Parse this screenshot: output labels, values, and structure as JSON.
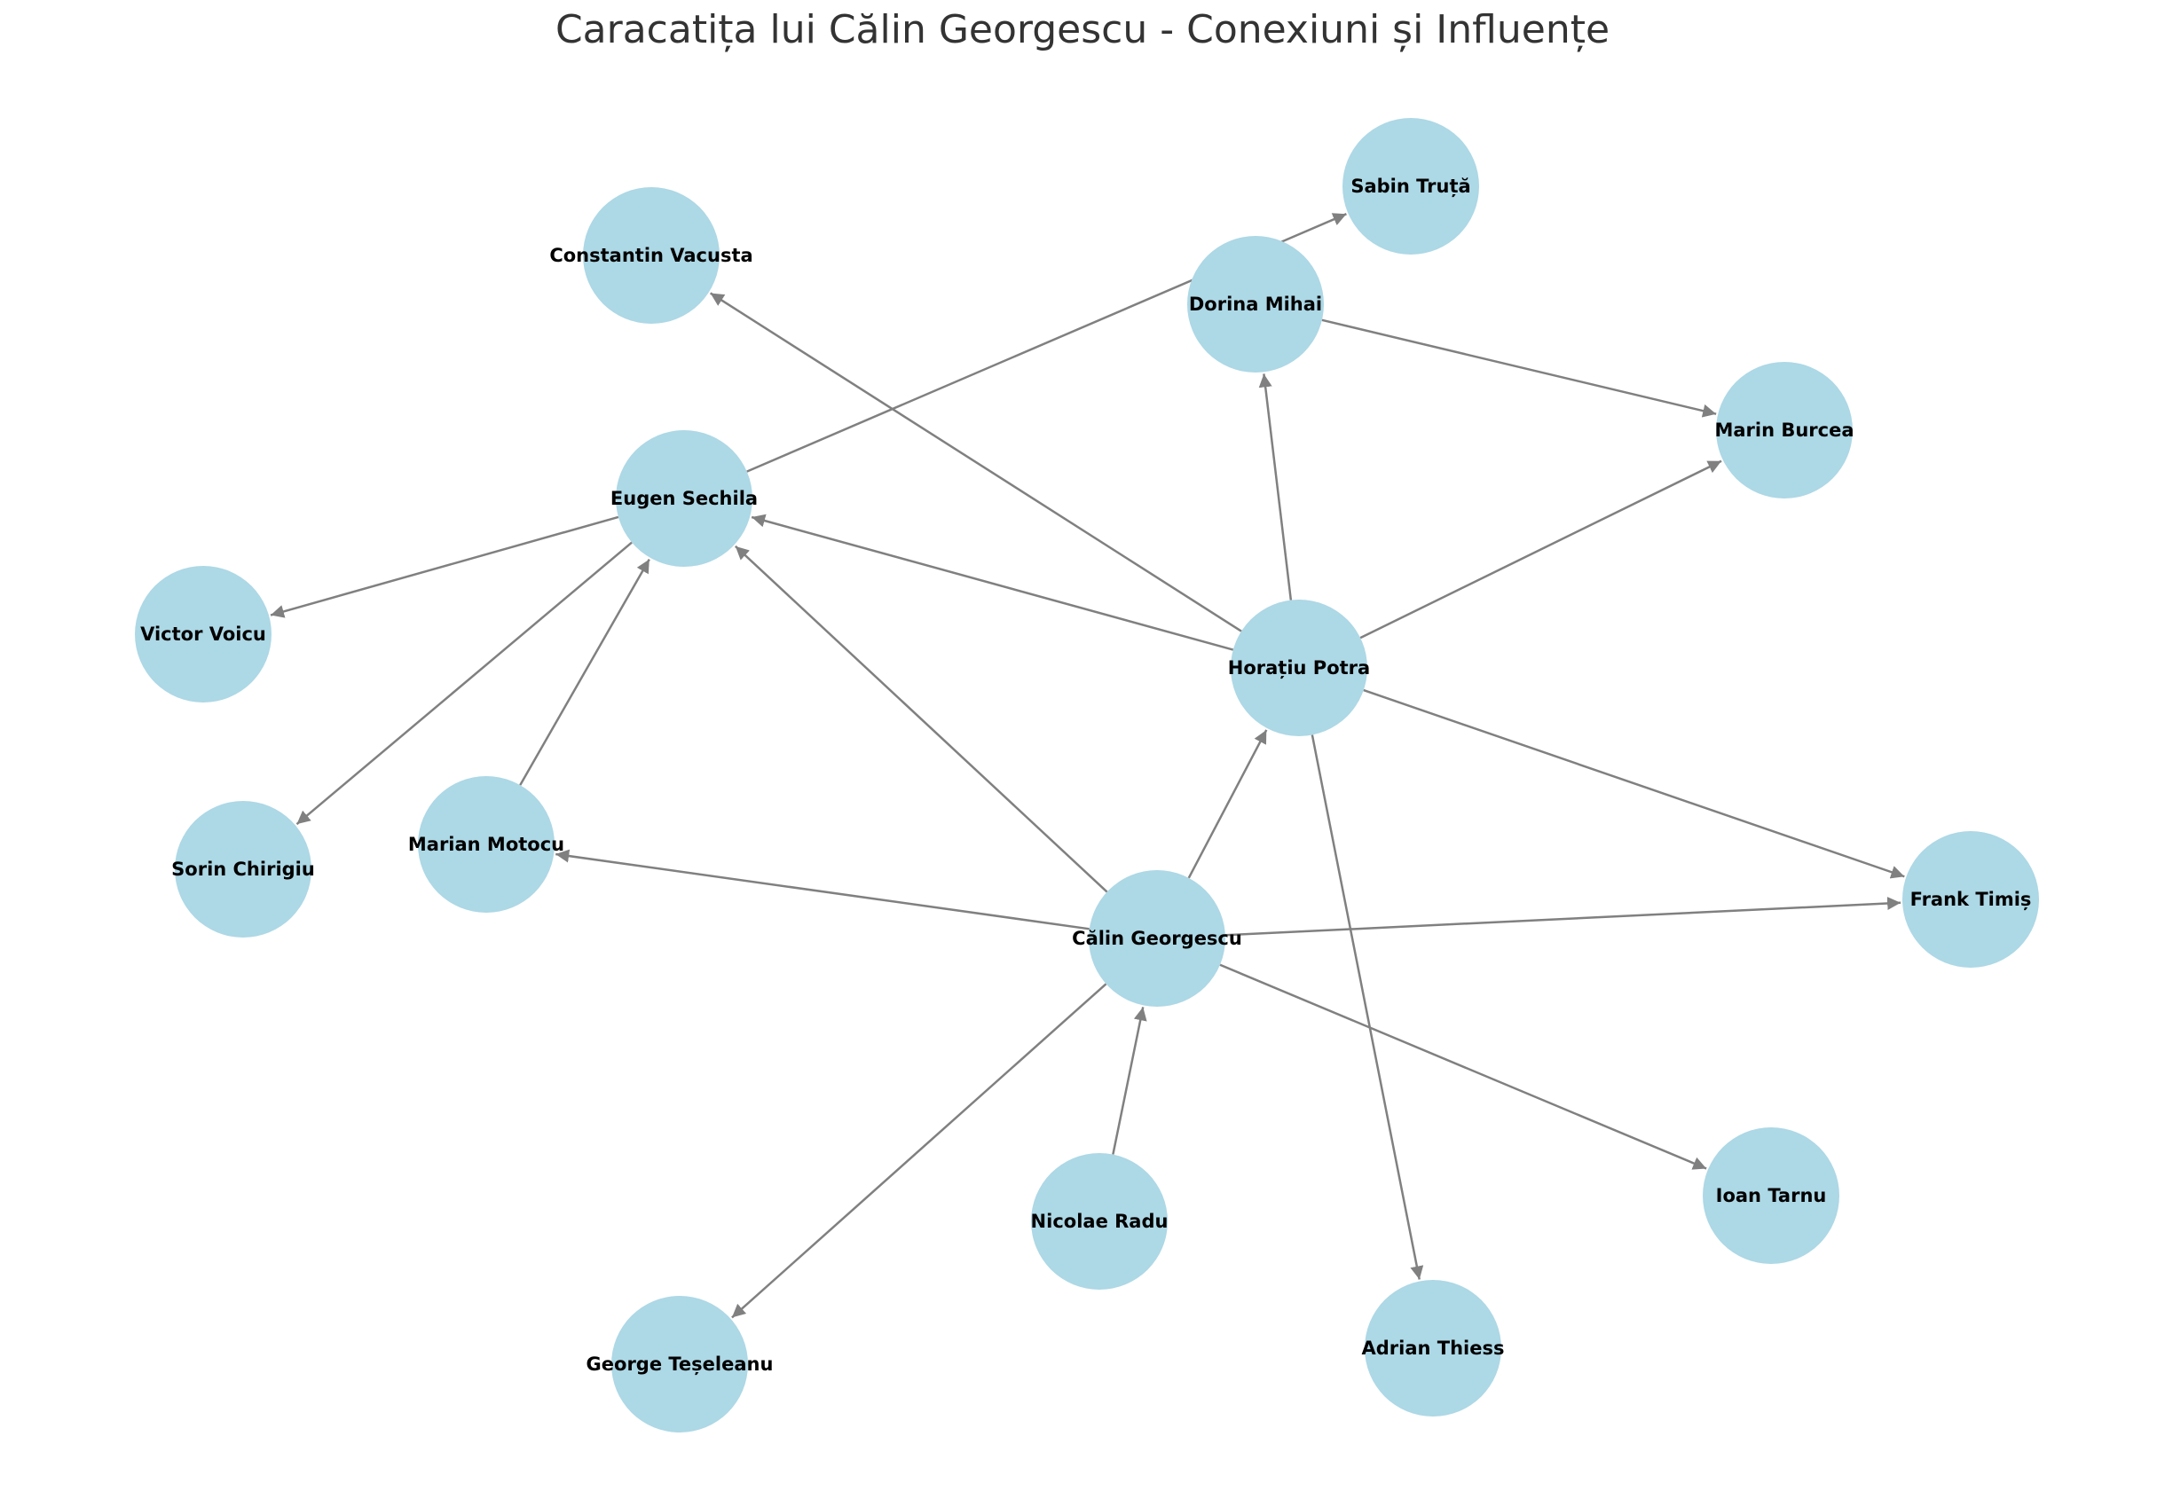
{
  "title": "Caracatița lui Călin Georgescu - Conexiuni și Influențe",
  "colors": {
    "node": "#add8e6",
    "edge": "#808080",
    "label": "#000000",
    "title": "#333333"
  },
  "nodes": [
    {
      "id": "calin",
      "label": "Călin Georgescu"
    },
    {
      "id": "horatiu",
      "label": "Horațiu Potra"
    },
    {
      "id": "eugen",
      "label": "Eugen Sechila"
    },
    {
      "id": "dorina",
      "label": "Dorina Mihai"
    },
    {
      "id": "sabin",
      "label": "Sabin Truță"
    },
    {
      "id": "constantin",
      "label": "Constantin Vacusta"
    },
    {
      "id": "marin",
      "label": "Marin Burcea"
    },
    {
      "id": "victor",
      "label": "Victor Voicu"
    },
    {
      "id": "sorin",
      "label": "Sorin Chirigiu"
    },
    {
      "id": "marian",
      "label": "Marian Motocu"
    },
    {
      "id": "frank",
      "label": "Frank Timiș"
    },
    {
      "id": "ioan",
      "label": "Ioan Tarnu"
    },
    {
      "id": "nicolae",
      "label": "Nicolae Radu"
    },
    {
      "id": "adrian",
      "label": "Adrian Thiess"
    },
    {
      "id": "george",
      "label": "George Teșeleanu"
    }
  ],
  "edges": [
    {
      "from": "calin",
      "to": "horatiu"
    },
    {
      "from": "calin",
      "to": "eugen"
    },
    {
      "from": "calin",
      "to": "marian"
    },
    {
      "from": "calin",
      "to": "frank"
    },
    {
      "from": "calin",
      "to": "ioan"
    },
    {
      "from": "calin",
      "to": "george"
    },
    {
      "from": "nicolae",
      "to": "calin"
    },
    {
      "from": "horatiu",
      "to": "constantin"
    },
    {
      "from": "horatiu",
      "to": "dorina"
    },
    {
      "from": "horatiu",
      "to": "marin"
    },
    {
      "from": "horatiu",
      "to": "eugen"
    },
    {
      "from": "horatiu",
      "to": "frank"
    },
    {
      "from": "horatiu",
      "to": "adrian"
    },
    {
      "from": "dorina",
      "to": "marin"
    },
    {
      "from": "eugen",
      "to": "sabin"
    },
    {
      "from": "eugen",
      "to": "victor"
    },
    {
      "from": "eugen",
      "to": "sorin"
    },
    {
      "from": "marian",
      "to": "eugen"
    }
  ]
}
